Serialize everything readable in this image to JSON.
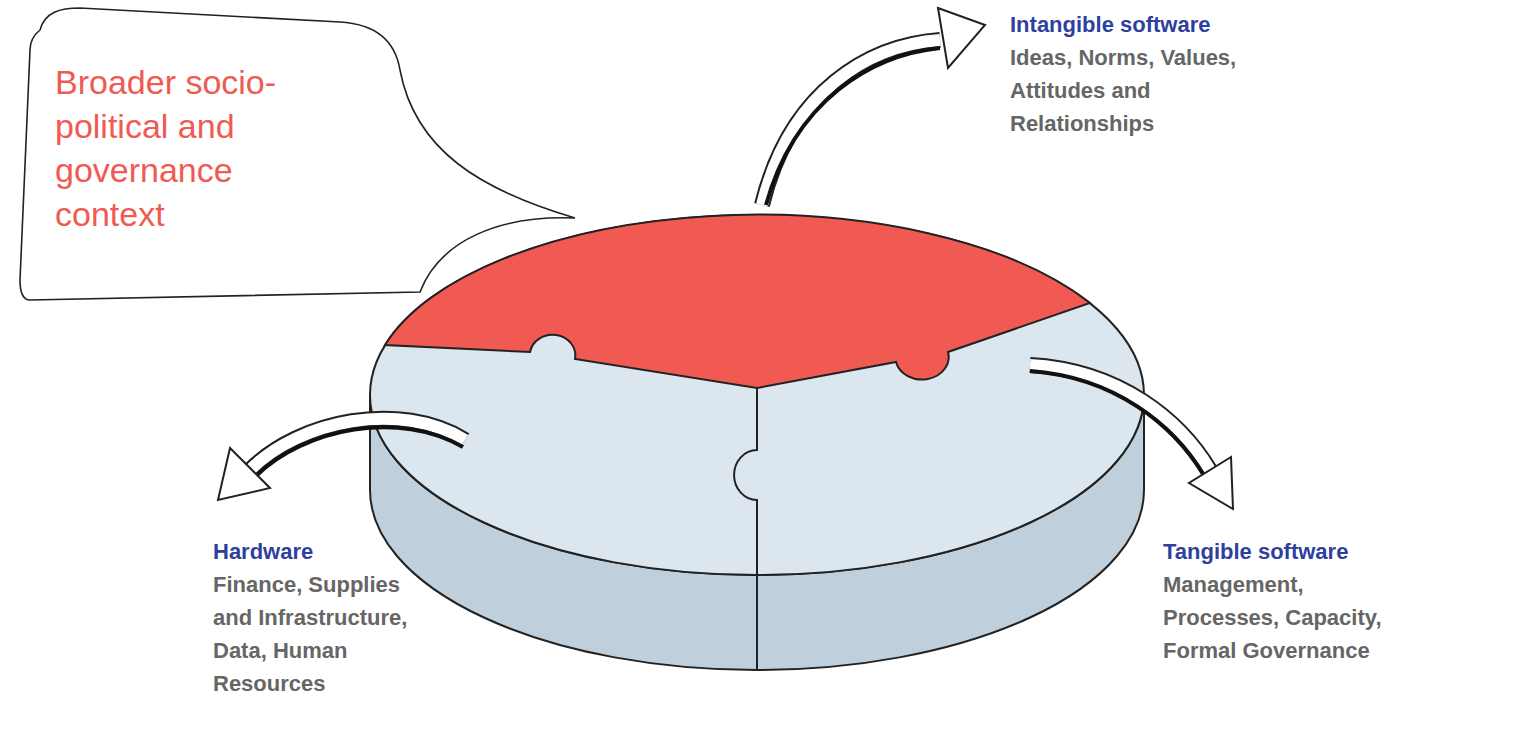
{
  "diagram": {
    "nodes": [
      {
        "text": [
          "Broader socio-political and governance context"
        ]
      }
    ],
    "labels": [
      "Intangible software",
      "Ideas, Norms, Values, Attitudes and Relationships",
      "Hardware",
      "Finance, Supplies and Infrastructure, Data, Human Resources",
      "Tangible software",
      "Management, Processes, Capacity, Formal Governance"
    ]
  }
}
